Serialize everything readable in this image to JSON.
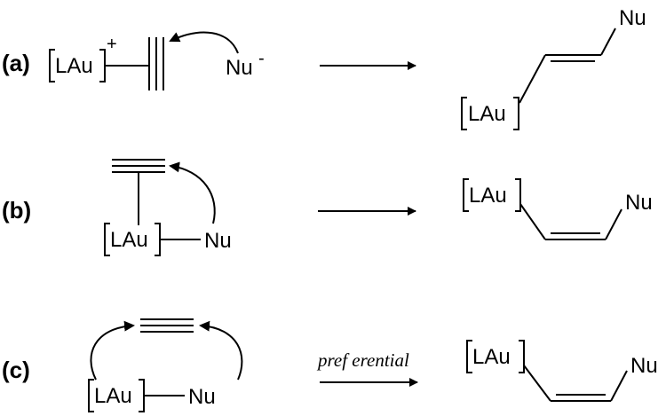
{
  "panels": [
    {
      "label": "(a)",
      "reactant": {
        "complex": "LAu",
        "charge": "+",
        "nucleophile": "Nu",
        "nucleophile_charge": "-"
      },
      "product": {
        "complex": "LAu",
        "nucleophile": "Nu"
      }
    },
    {
      "label": "(b)",
      "reactant": {
        "complex": "LAu",
        "nucleophile": "Nu"
      },
      "product": {
        "complex": "LAu",
        "nucleophile": "Nu"
      }
    },
    {
      "label": "(c)",
      "reactant": {
        "complex": "LAu",
        "nucleophile": "Nu"
      },
      "arrow_label": "pref erential",
      "product": {
        "complex": "LAu",
        "nucleophile": "Nu"
      }
    }
  ],
  "colors": {
    "ink": "#000000",
    "background": "#ffffff"
  }
}
